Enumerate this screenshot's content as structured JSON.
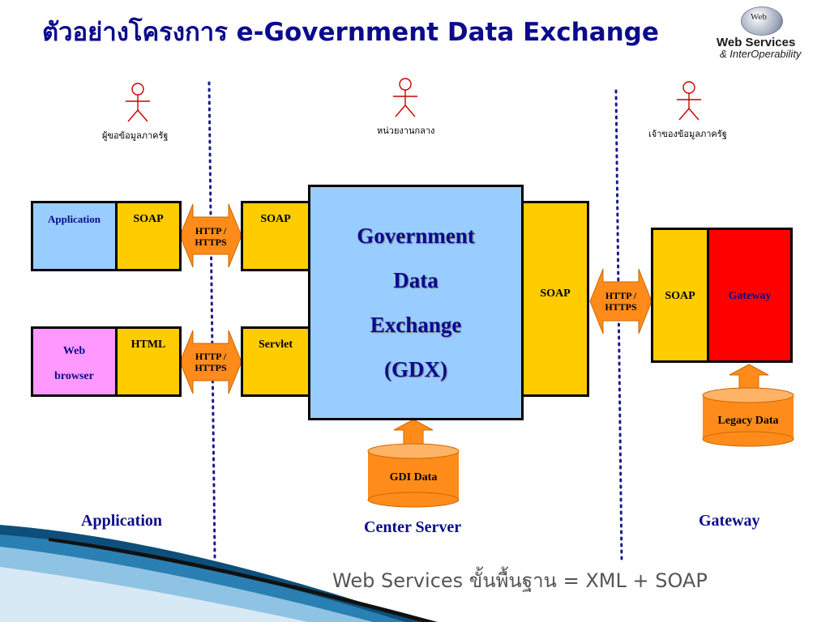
{
  "title": "ตัวอย่างโครงการ e-Government Data Exchange",
  "logo": {
    "badge": "Web",
    "line1": "Web Services",
    "line2": "& InterOperability"
  },
  "actors": {
    "requester": "ผู้ขอข้อมูลภาครัฐ",
    "center": "หน่วยงานกลาง",
    "owner": "เจ้าของข้อมูลภาครัฐ"
  },
  "left": {
    "app_box": "Application",
    "soap_box": "SOAP",
    "web_box_line1": "Web",
    "web_box_line2": "browser",
    "html_box": "HTML"
  },
  "arrows": {
    "top_line1": "HTTP /",
    "top_line2": "HTTPS",
    "bottom_line1": "HTTP /",
    "bottom_line2": "HTTPS",
    "right_line1": "HTTP /",
    "right_line2": "HTTPS"
  },
  "center": {
    "soap_left": "SOAP",
    "servlet": "Servlet",
    "gdx_line1": "Government",
    "gdx_line2": "Data",
    "gdx_line3": "Exchange",
    "gdx_line4": "(GDX)",
    "soap_right": "SOAP",
    "gdi_data": "GDI Data"
  },
  "gateway": {
    "soap": "SOAP",
    "gateway": "Gateway",
    "legacy_data": "Legacy Data"
  },
  "sections": {
    "application": "Application",
    "center_server": "Center Server",
    "gateway": "Gateway"
  },
  "footer": "Web Services ขั้นพื้นฐาน = XML + SOAP",
  "colors": {
    "navy": "#0b0b8c",
    "yellow": "#ffcc00",
    "light_blue": "#99ccff",
    "pink": "#ff99ff",
    "red": "#ff0000",
    "orange": "#ff8c1a"
  }
}
